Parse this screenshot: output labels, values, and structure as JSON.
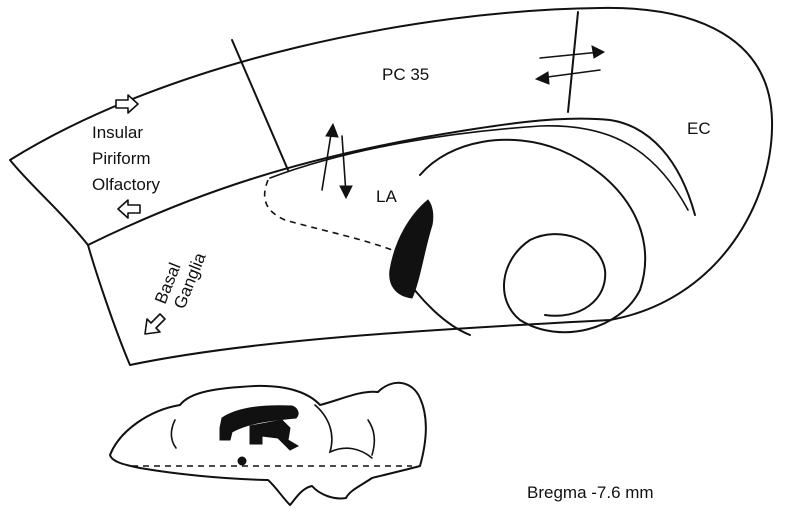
{
  "labels": {
    "pc35": "PC 35",
    "ec": "EC",
    "la": "LA",
    "insular": "Insular",
    "piriform": "Piriform",
    "olfactory": "Olfactory",
    "basal": "Basal",
    "ganglia": "Ganglia",
    "bregma": "Bregma -7.6 mm"
  },
  "icons": {
    "outward_arrow_top": "hollow-arrow-right-icon",
    "outward_arrow_bottom": "hollow-arrow-left-icon",
    "basal_ganglia_arrow": "hollow-arrow-down-left-icon",
    "reciprocal_arrows_pc35_ec": "bidirectional-arrows-icon",
    "reciprocal_arrows_pc35_la": "bidirectional-arrows-icon"
  },
  "colors": {
    "line": "#111111",
    "background": "#ffffff"
  }
}
